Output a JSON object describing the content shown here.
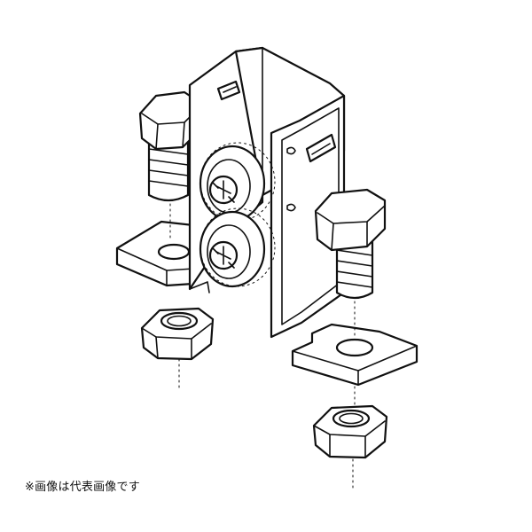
{
  "caption": {
    "text": "※画像は代表画像です"
  },
  "illustration": {
    "subject": "bracket-mounting-hardware",
    "parts": [
      "u-bracket",
      "bolt-left",
      "bolt-right",
      "nut-left",
      "nut-right",
      "washer-screw-upper",
      "washer-screw-lower",
      "foot-left",
      "foot-right"
    ]
  },
  "colors": {
    "line": "#111111",
    "fill": "#ffffff",
    "text": "#111111"
  }
}
